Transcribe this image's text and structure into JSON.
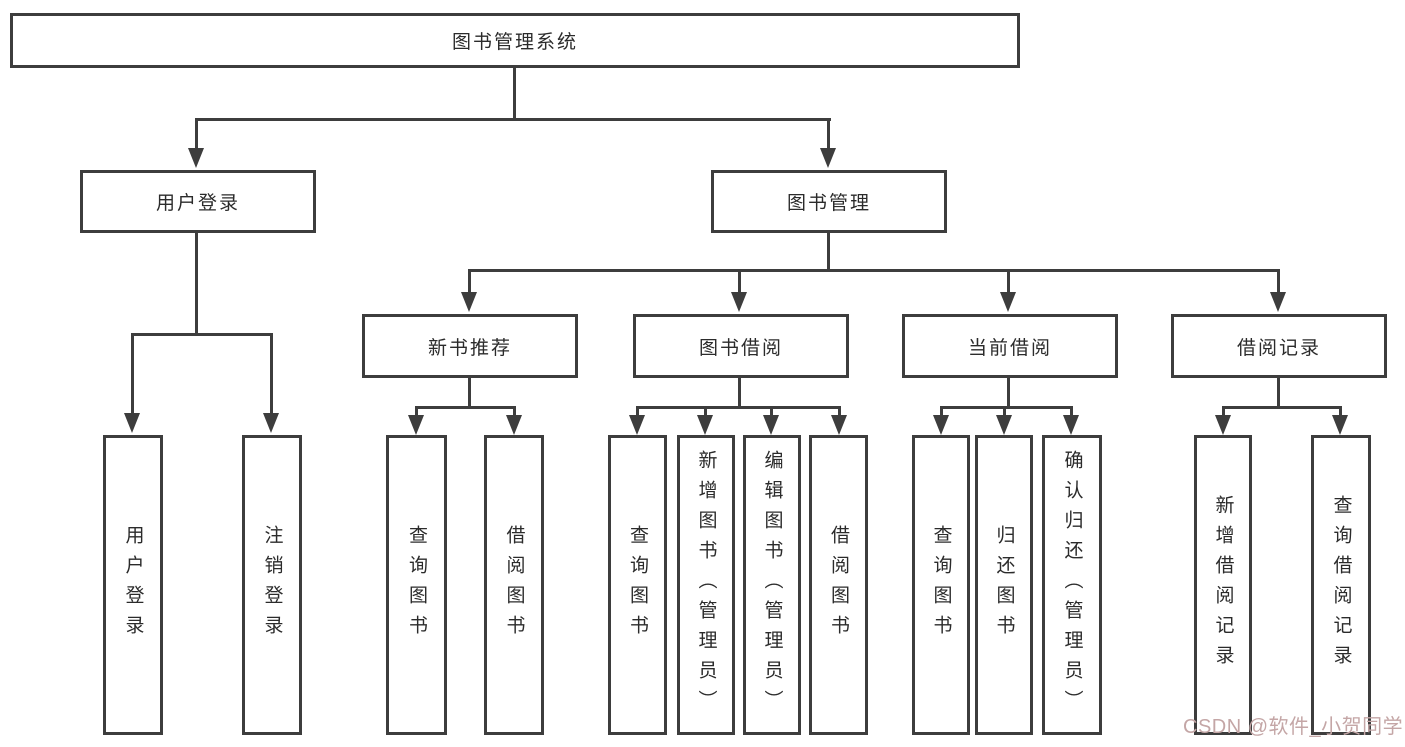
{
  "diagram_title": "图书管理系统",
  "nodes": {
    "root": "图书管理系统",
    "user_login": {
      "label": "用户登录",
      "children": [
        "用户登录",
        "注销登录"
      ]
    },
    "book_mgmt": {
      "label": "图书管理"
    },
    "new_books": {
      "label": "新书推荐",
      "children": [
        "查询图书",
        "借阅图书"
      ]
    },
    "book_borrow": {
      "label": "图书借阅",
      "children": [
        "查询图书",
        "新增图书（管理员）",
        "编辑图书（管理员）",
        "借阅图书"
      ]
    },
    "current_borrow": {
      "label": "当前借阅",
      "children": [
        "查询图书",
        "归还图书",
        "确认归还（管理员）"
      ]
    },
    "borrow_records": {
      "label": "借阅记录",
      "children": [
        "新增借阅记录",
        "查询借阅记录"
      ]
    }
  },
  "watermark": "CSDN @软件_小贺同学",
  "colors": {
    "line": "#3d3d3d",
    "text": "#2b2b2b",
    "box_background": "#ffffff",
    "watermark": "#c4a6a6"
  }
}
